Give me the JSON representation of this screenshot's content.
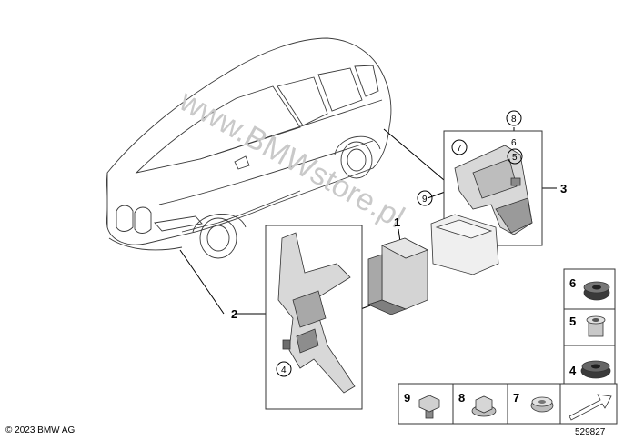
{
  "watermark": "www.BMWstore.pl",
  "copyright": "© 2023 BMW AG",
  "diagram_number": "529827",
  "callouts": {
    "main_1": "1",
    "main_2": "2",
    "main_3": "3",
    "circled_8": "8",
    "circled_6": "6",
    "circled_7": "7",
    "circled_5": "5",
    "circled_9": "9",
    "circled_4": "4"
  },
  "parts_legend": {
    "right_column": [
      "6",
      "5",
      "4"
    ],
    "bottom_row": [
      "9",
      "8",
      "7"
    ]
  },
  "colors": {
    "line": "#000000",
    "part_fill": "#d8d8d8",
    "part_dark": "#8a8a8a",
    "watermark": "#c9c9c9"
  }
}
